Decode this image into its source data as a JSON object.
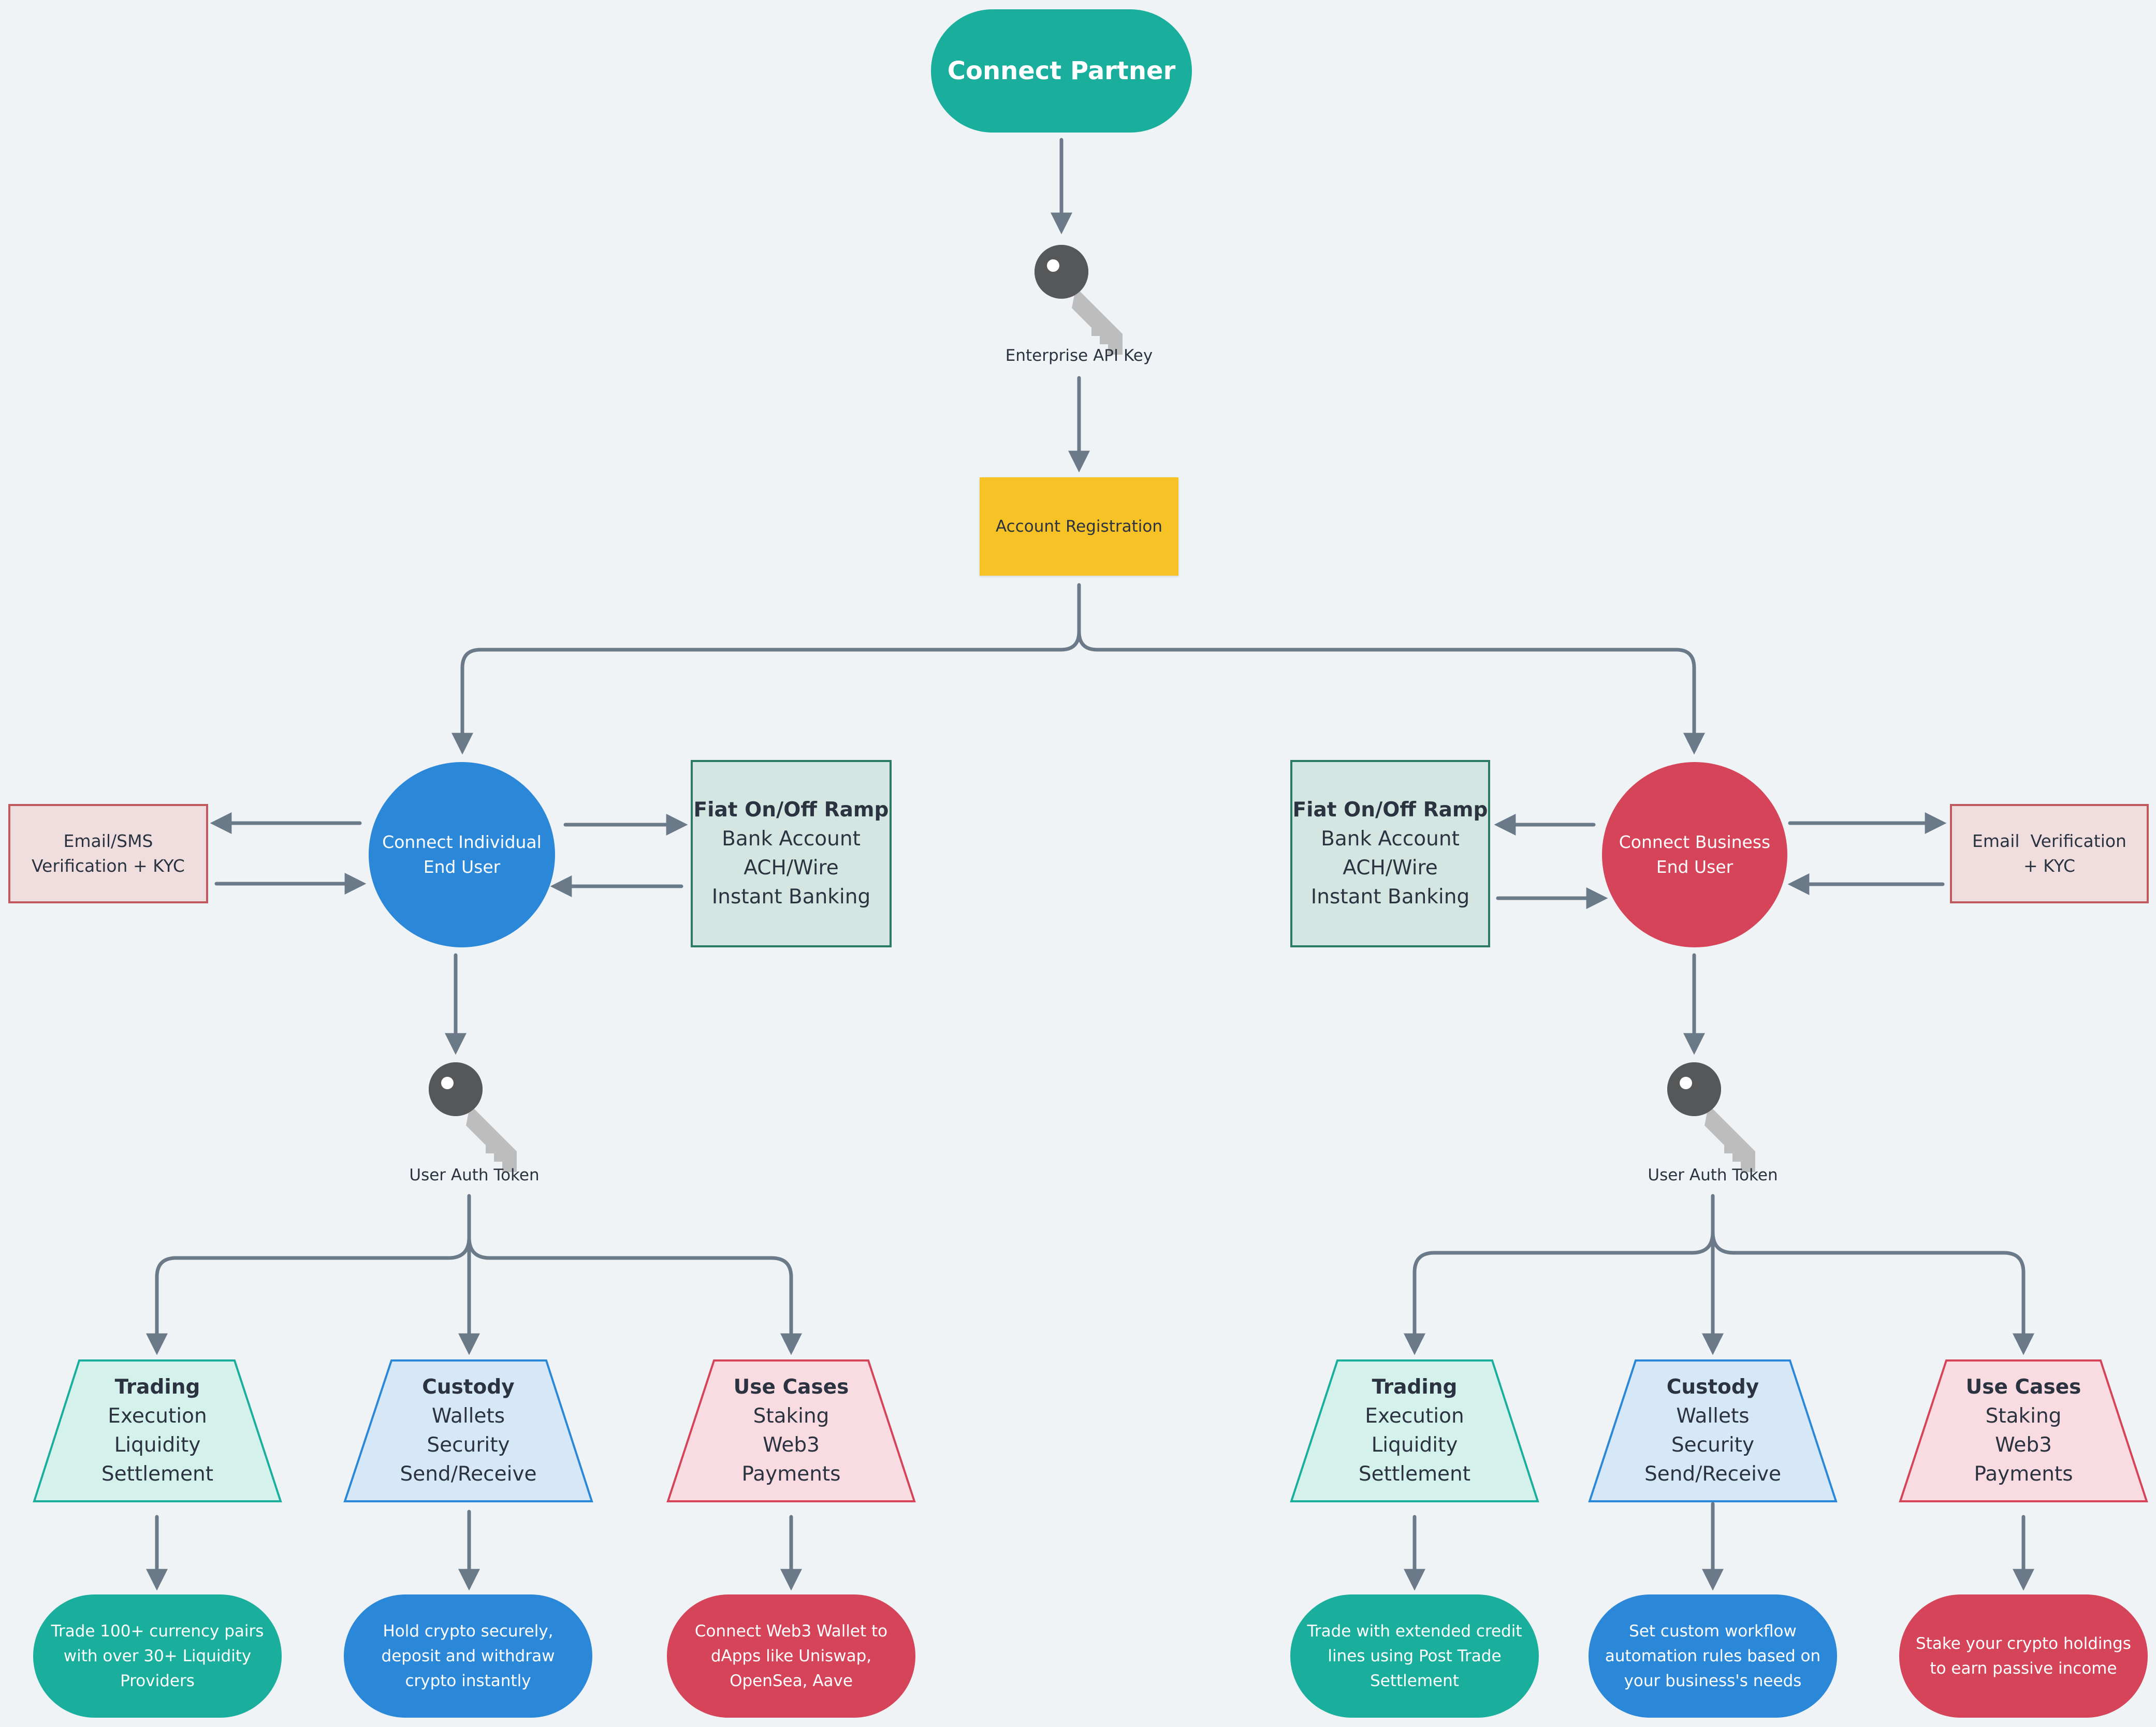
{
  "top": {
    "title": "Connect Partner"
  },
  "api_key": {
    "label": "Enterprise API Key",
    "icon": "key-icon"
  },
  "registration": {
    "label": "Account Registration"
  },
  "individual": {
    "circle_lines": [
      "Connect Individual",
      "End User"
    ],
    "verification_lines": [
      "Email/SMS",
      "Verification + KYC"
    ],
    "fiat": {
      "title": "Fiat On/Off Ramp",
      "lines": [
        "Bank Account",
        "ACH/Wire",
        "Instant Banking"
      ]
    },
    "token_label": "User Auth Token",
    "trading": {
      "title": "Trading",
      "lines": [
        "Execution",
        "Liquidity",
        "Settlement"
      ]
    },
    "custody": {
      "title": "Custody",
      "lines": [
        "Wallets",
        "Security",
        "Send/Receive"
      ]
    },
    "use_cases": {
      "title": "Use Cases",
      "lines": [
        "Staking",
        "Web3",
        "Payments"
      ]
    },
    "trading_desc": [
      "Trade 100+ currency pairs",
      "with over 30+ Liquidity",
      "Providers"
    ],
    "custody_desc": [
      "Hold crypto securely,",
      "deposit and withdraw",
      "crypto instantly"
    ],
    "use_cases_desc": [
      "Connect Web3 Wallet to",
      "dApps like Uniswap,",
      "OpenSea, Aave"
    ]
  },
  "business": {
    "circle_lines": [
      "Connect Business",
      "End User"
    ],
    "verification_lines": [
      "Email  Verification",
      "+ KYC"
    ],
    "fiat": {
      "title": "Fiat On/Off Ramp",
      "lines": [
        "Bank Account",
        "ACH/Wire",
        "Instant Banking"
      ]
    },
    "token_label": "User Auth Token",
    "trading": {
      "title": "Trading",
      "lines": [
        "Execution",
        "Liquidity",
        "Settlement"
      ]
    },
    "custody": {
      "title": "Custody",
      "lines": [
        "Wallets",
        "Security",
        "Send/Receive"
      ]
    },
    "use_cases": {
      "title": "Use Cases",
      "lines": [
        "Staking",
        "Web3",
        "Payments"
      ]
    },
    "trading_desc": [
      "Trade with extended credit",
      "lines using Post Trade",
      "Settlement"
    ],
    "custody_desc": [
      "Set custom workflow",
      "automation rules based on",
      "your business's needs"
    ],
    "use_cases_desc": [
      "Stake your crypto holdings",
      "to earn passive income"
    ]
  },
  "colors": {
    "teal": "#1aaf9c",
    "blue": "#2b88d9",
    "red": "#d64459",
    "yellow": "#f6c225",
    "connector": "#6b7a89",
    "background": "#f0f3f6"
  }
}
